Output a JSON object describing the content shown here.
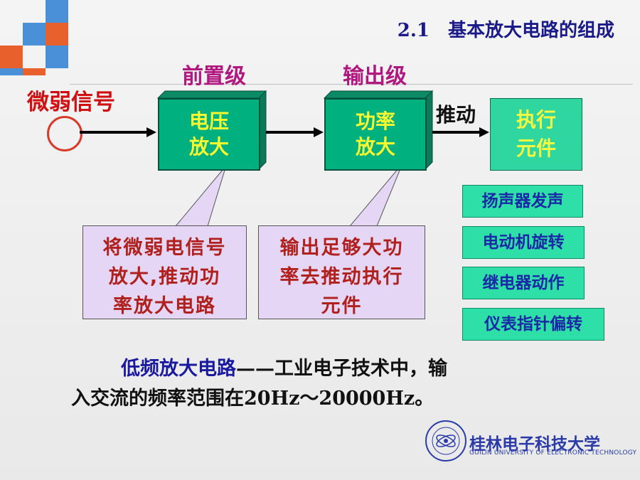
{
  "header": {
    "title": "2.1　基本放大电路的组成"
  },
  "stages": {
    "pre_amp": "前置级",
    "output": "输出级"
  },
  "signal_label": "微弱信号",
  "blocks": {
    "voltage_amp": [
      "电压",
      "放大"
    ],
    "power_amp": [
      "功率",
      "放大"
    ],
    "push_label": "推动",
    "executor": [
      "执行",
      "元件"
    ]
  },
  "callouts": {
    "left": [
      "将微弱电信号",
      "放大,推动功",
      "率放大电路"
    ],
    "right": [
      "输出足够大功",
      "率去推动执行",
      "元件"
    ]
  },
  "effects": [
    "扬声器发声",
    "电动机旋转",
    "继电器动作",
    "仪表指针偏转"
  ],
  "paragraph": {
    "highlight": "低频放大电路",
    "rest_line1": "——工业电子技术中，输",
    "line2": "入交流的频率范围在20Hz～20000Hz。"
  },
  "logo": {
    "name": "桂林电子科技大学",
    "english": "GUILIN UNIVERSITY OF ELECTRONIC TECHNOLOGY"
  },
  "colors": {
    "block_green": "#00b07e",
    "callout_purple": "#e6d6f6",
    "title_blue": "#1a1a8a"
  }
}
